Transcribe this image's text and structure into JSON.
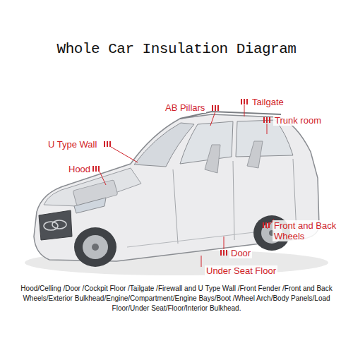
{
  "diagram": {
    "title": "Whole Car Insulation Diagram",
    "caption": "Hood/Celling /Door /Cockpit Floor /Tailgate /Firewall and U Type Wall /Front Fender /Front and Back Wheels/Exterior Bulkhead/Engine/Compartment/Engine Bays/Boot /Wheel Arch/Body Panels/Load Floor/Under Seat/Floor/Interior Bulkhead.",
    "labels": [
      "AB Pillars",
      "Tailgate",
      "Trunk room",
      "U Type Wall",
      "Hood",
      "Front and Back Wheels",
      "Door",
      "Under Seat Floor"
    ]
  }
}
